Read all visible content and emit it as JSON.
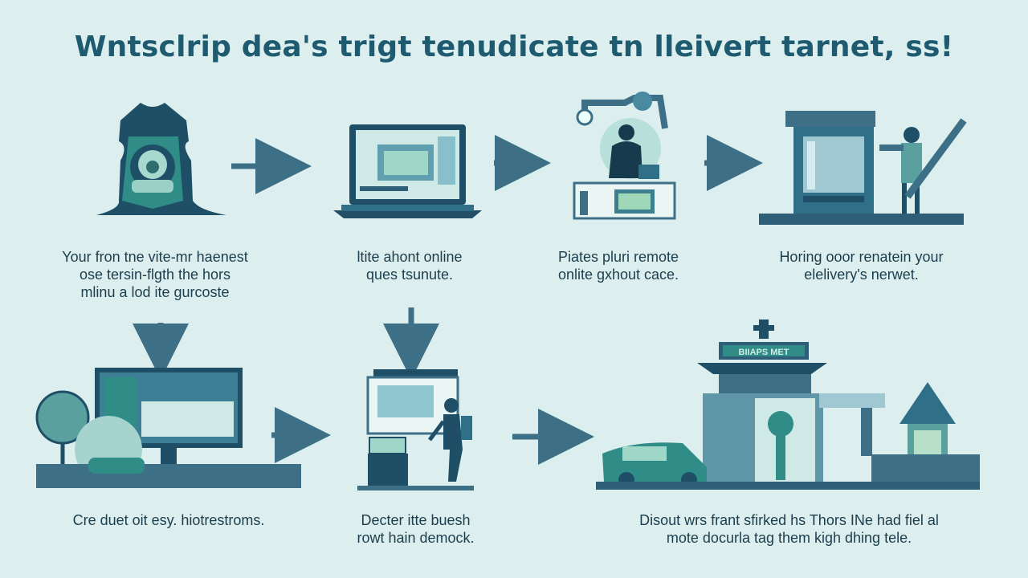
{
  "title": "Wntsclrip dea's trigt tenudicate tn lleivert tarnet, ss!",
  "captions": {
    "step1": [
      "Your fron tne vite-mr haenest",
      "ose tersin-flgth the hors",
      "mlinu a lod ite gurcoste"
    ],
    "step2": [
      "ltite ahont online",
      "ques tsunute."
    ],
    "step3": [
      "Piates pluri remote",
      "onlite gxhout cace."
    ],
    "step4": [
      "Horing ooor renatein your",
      "elelivery's nerwet."
    ],
    "step5": [
      "Cre duet oit esy. hiotrestroms."
    ],
    "step6": [
      "Decter itte buesh",
      "rowt hain demock."
    ],
    "step7": [
      "Disout wrs frant sfirked hs Thors INe had fiel al",
      "mote docurla tag them kigh dhing tele."
    ]
  },
  "store_sign": "BIIAPS MET",
  "colors": {
    "background": "#dcefee",
    "navy": "#1f4f66",
    "teal": "#2f8c86",
    "mint": "#8fd1c5",
    "slate": "#3d6f87"
  }
}
